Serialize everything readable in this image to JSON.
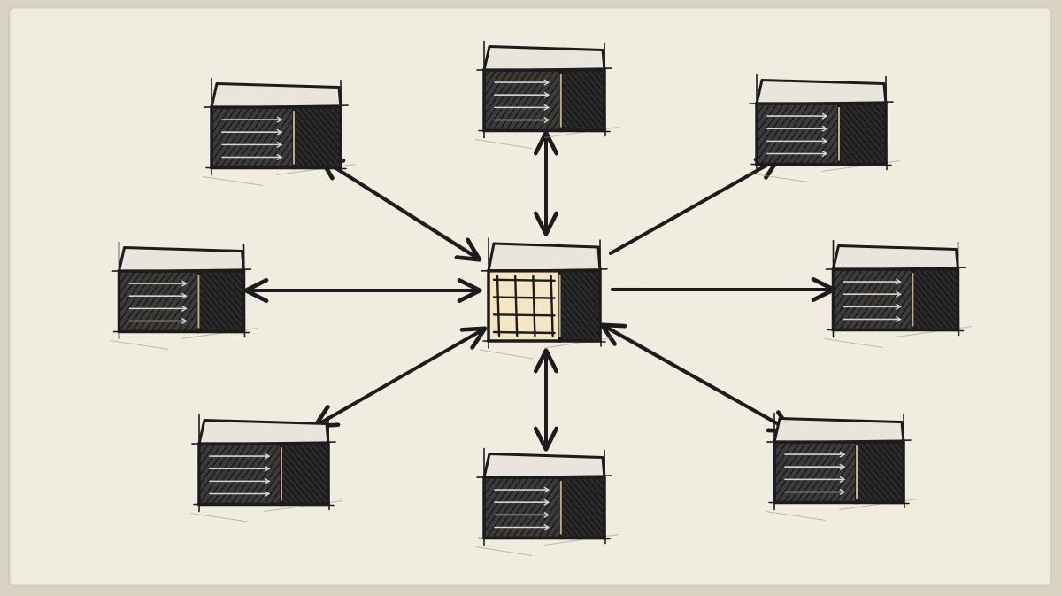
{
  "diagram": {
    "style": "hand-sketched pencil on paper",
    "topology": "hub-and-spoke",
    "hub": {
      "id": "hub",
      "icon": "grid-box-icon"
    },
    "nodes": [
      {
        "id": "node-top"
      },
      {
        "id": "node-top-right"
      },
      {
        "id": "node-right"
      },
      {
        "id": "node-bottom-right"
      },
      {
        "id": "node-bottom"
      },
      {
        "id": "node-bottom-left"
      },
      {
        "id": "node-left"
      },
      {
        "id": "node-top-left"
      }
    ],
    "edges": [
      {
        "from": "hub",
        "to": "node-top",
        "direction": "both"
      },
      {
        "from": "hub",
        "to": "node-top-right",
        "direction": "forward"
      },
      {
        "from": "hub",
        "to": "node-right",
        "direction": "forward"
      },
      {
        "from": "hub",
        "to": "node-bottom-right",
        "direction": "both"
      },
      {
        "from": "hub",
        "to": "node-bottom",
        "direction": "both"
      },
      {
        "from": "hub",
        "to": "node-bottom-left",
        "direction": "both"
      },
      {
        "from": "hub",
        "to": "node-left",
        "direction": "both"
      },
      {
        "from": "hub",
        "to": "node-top-left",
        "direction": "both"
      }
    ]
  },
  "colors": {
    "paper": "#f1ece0",
    "paper_shadow": "#d6cfbf",
    "ink": "#1c1c1c",
    "box_top": "#e9e5dc",
    "box_front": "#3b3b3b",
    "box_side": "#262626",
    "hub_front": "#f3e6c2",
    "accent": "#e8d39a"
  }
}
